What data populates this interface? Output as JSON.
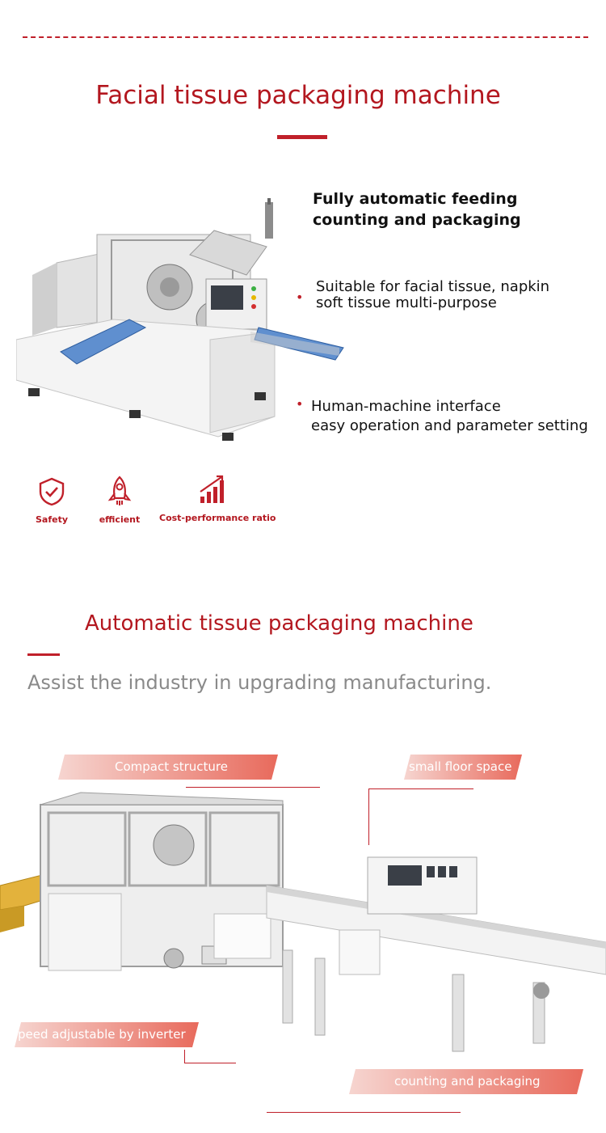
{
  "section1": {
    "title": "Facial tissue packaging machine",
    "features": {
      "main_line1": "Fully automatic feeding",
      "main_line2": "counting and packaging",
      "f2_line1": "Suitable for facial tissue, napkin",
      "f2_line2": "soft tissue multi-purpose",
      "f3_line1": "Human-machine interface",
      "f3_line2": "easy operation and parameter setting",
      "bullet": "•"
    },
    "badges": [
      {
        "icon": "shield-check-icon",
        "label": "Safety"
      },
      {
        "icon": "rocket-icon",
        "label": "efficient"
      },
      {
        "icon": "rising-bars-icon",
        "label": "Cost-performance ratio"
      }
    ]
  },
  "section2": {
    "title": "Automatic tissue packaging machine",
    "subtitle": "Assist the industry in upgrading manufacturing.",
    "tags": {
      "compact": "Compact structure",
      "floor": "small floor space",
      "speed": "peed adjustable by inverter",
      "counting": "counting and packaging"
    }
  },
  "colors": {
    "accent": "#c0202a",
    "title": "#b3171f",
    "subtitle": "#8a8a8a"
  }
}
